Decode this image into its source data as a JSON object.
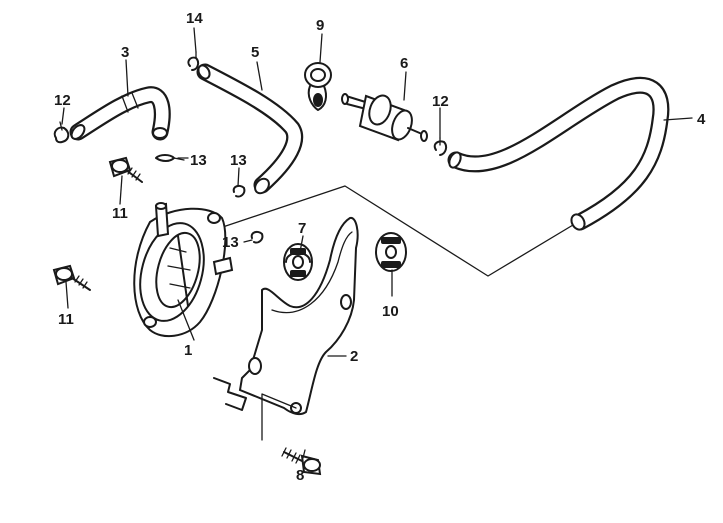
{
  "callouts": {
    "c1": "1",
    "c2": "2",
    "c3": "3",
    "c4": "4",
    "c5": "5",
    "c6": "6",
    "c7": "7",
    "c8": "8",
    "c9": "9",
    "c10": "10",
    "c11a": "11",
    "c11b": "11",
    "c12a": "12",
    "c12b": "12",
    "c13a": "13",
    "c13b": "13",
    "c13c": "13",
    "c14": "14"
  }
}
